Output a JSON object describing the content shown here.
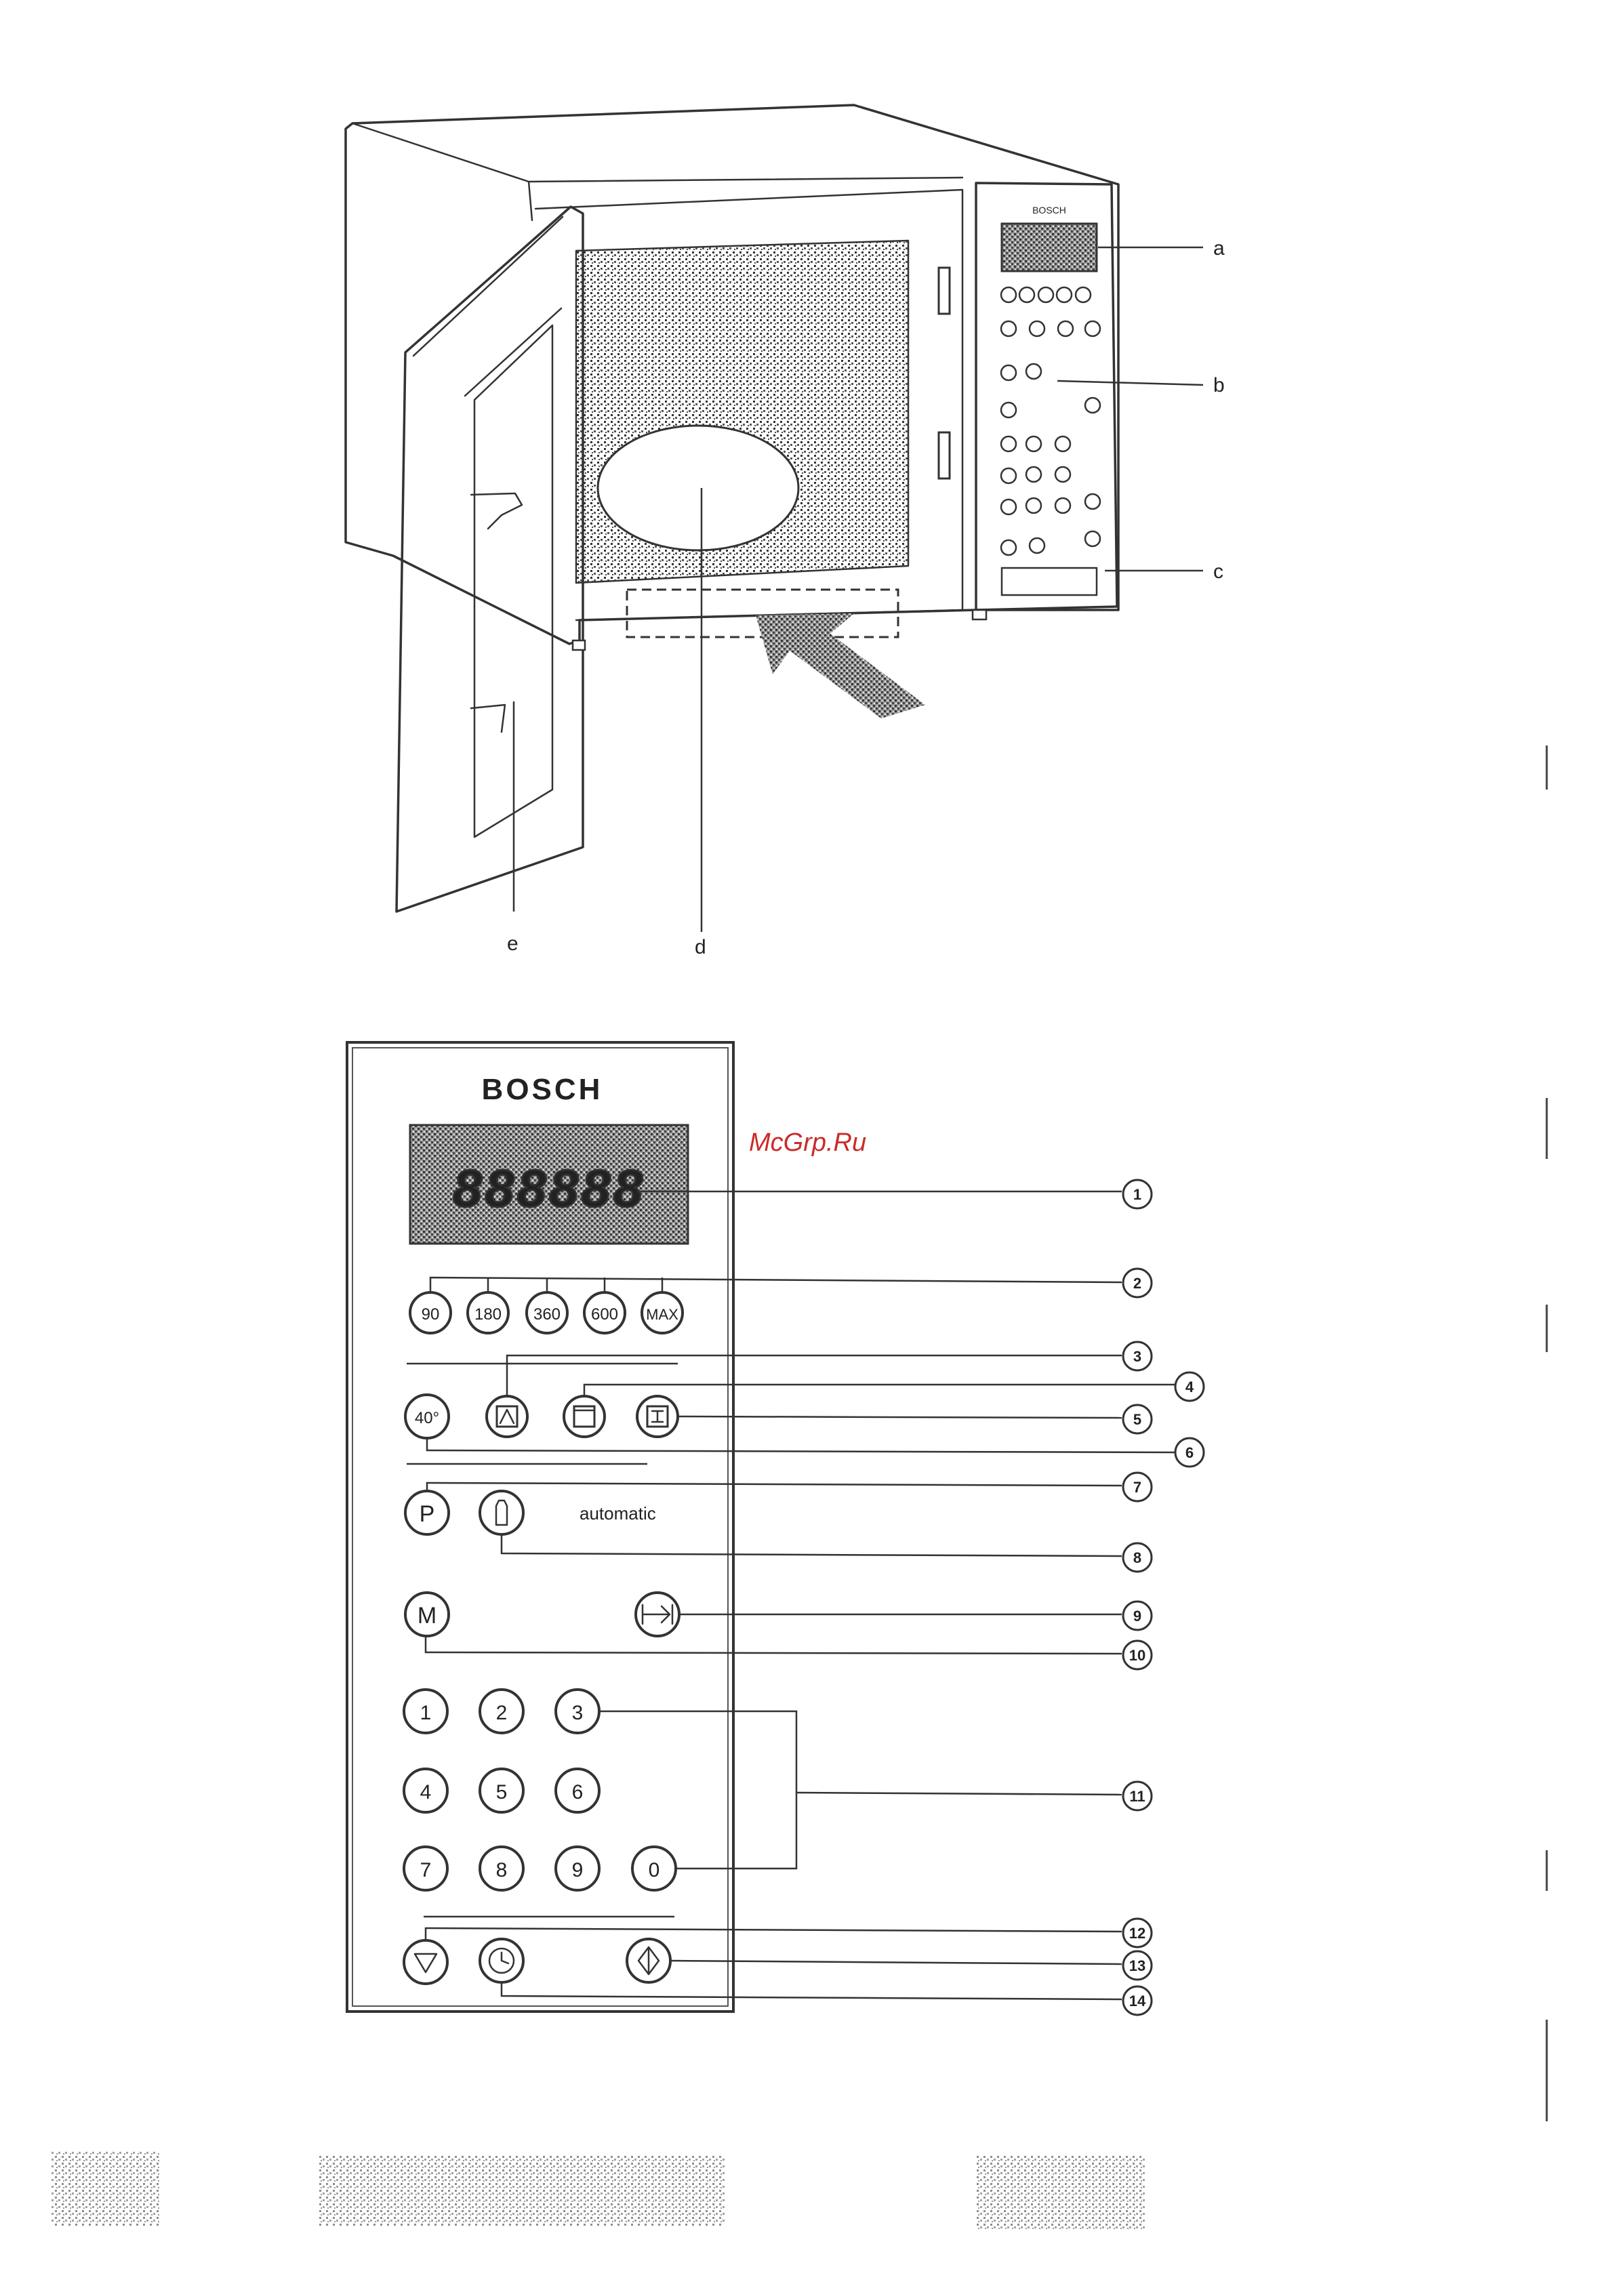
{
  "top_figure": {
    "brand": "BOSCH",
    "labels": [
      {
        "key": "a",
        "text": "a"
      },
      {
        "key": "b",
        "text": "b"
      },
      {
        "key": "c",
        "text": "c"
      },
      {
        "key": "d",
        "text": "d"
      },
      {
        "key": "e",
        "text": "e"
      }
    ]
  },
  "panel": {
    "brand": "BOSCH",
    "display": "888888",
    "power_buttons": [
      "90",
      "180",
      "360",
      "600",
      "MAX"
    ],
    "defrost_button": "40°",
    "program_button": "P",
    "automatic_label": "automatic",
    "memory_button": "M",
    "keypad": [
      "1",
      "2",
      "3",
      "4",
      "5",
      "6",
      "7",
      "8",
      "9",
      "0"
    ]
  },
  "callouts": [
    "1",
    "2",
    "3",
    "4",
    "5",
    "6",
    "7",
    "8",
    "9",
    "10",
    "11",
    "12",
    "13",
    "14"
  ],
  "watermark": "McGrp.Ru",
  "colors": {
    "ink": "#333333",
    "watermark": "#cc2a2a",
    "paper": "#ffffff"
  }
}
